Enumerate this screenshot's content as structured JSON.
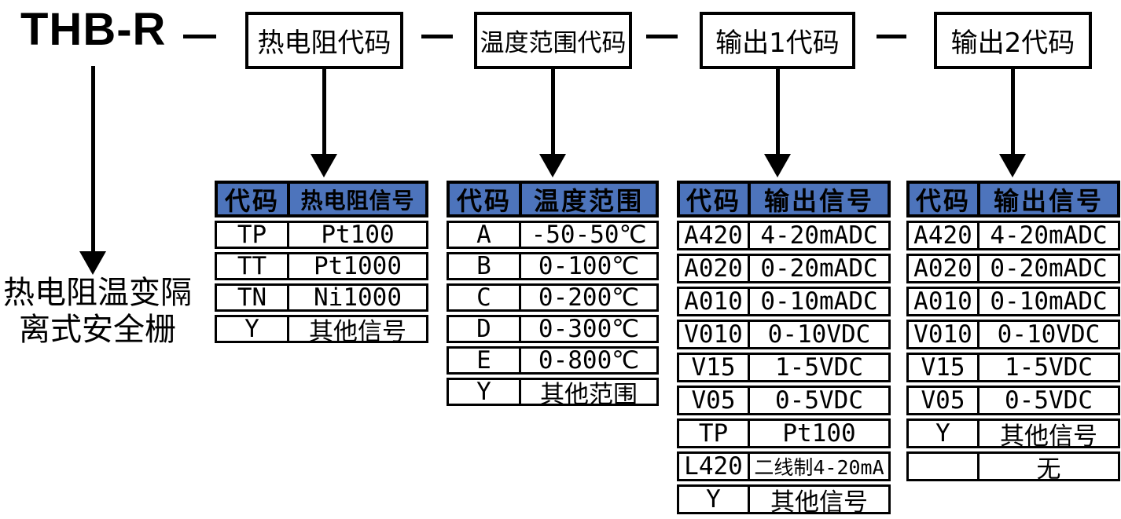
{
  "diagram": {
    "model": "THB-R",
    "model_description_line1": "热电阻温变隔",
    "model_description_line2": "离式安全栅",
    "separator": "—",
    "fields": [
      {
        "label": "热电阻代码"
      },
      {
        "label": "温度范围代码"
      },
      {
        "label": "输出1代码"
      },
      {
        "label": "输出2代码"
      }
    ]
  },
  "colors": {
    "table_header_bg": "#4d74bc",
    "line_color": "#000000",
    "background": "#ffffff"
  },
  "tables": [
    {
      "name": "rtd-signal-codes",
      "headers": [
        "代码",
        "热电阻信号"
      ],
      "rows": [
        [
          "TP",
          "Pt100"
        ],
        [
          "TT",
          "Pt1000"
        ],
        [
          "TN",
          "Ni1000"
        ],
        [
          "Y",
          "其他信号"
        ]
      ]
    },
    {
      "name": "temperature-range-codes",
      "headers": [
        "代码",
        "温度范围"
      ],
      "rows": [
        [
          "A",
          "-50-50℃"
        ],
        [
          "B",
          "0-100℃"
        ],
        [
          "C",
          "0-200℃"
        ],
        [
          "D",
          "0-300℃"
        ],
        [
          "E",
          "0-800℃"
        ],
        [
          "Y",
          "其他范围"
        ]
      ]
    },
    {
      "name": "output1-signal-codes",
      "headers": [
        "代码",
        "输出信号"
      ],
      "rows": [
        [
          "A420",
          "4-20mADC"
        ],
        [
          "A020",
          "0-20mADC"
        ],
        [
          "A010",
          "0-10mADC"
        ],
        [
          "V010",
          "0-10VDC"
        ],
        [
          "V15",
          "1-5VDC"
        ],
        [
          "V05",
          "0-5VDC"
        ],
        [
          "TP",
          "Pt100"
        ],
        [
          "L420",
          "二线制4-20mA"
        ],
        [
          "Y",
          "其他信号"
        ]
      ]
    },
    {
      "name": "output2-signal-codes",
      "headers": [
        "代码",
        "输出信号"
      ],
      "rows": [
        [
          "A420",
          "4-20mADC"
        ],
        [
          "A020",
          "0-20mADC"
        ],
        [
          "A010",
          "0-10mADC"
        ],
        [
          "V010",
          "0-10VDC"
        ],
        [
          "V15",
          "1-5VDC"
        ],
        [
          "V05",
          "0-5VDC"
        ],
        [
          "Y",
          "其他信号"
        ],
        [
          "",
          "无"
        ]
      ]
    }
  ]
}
